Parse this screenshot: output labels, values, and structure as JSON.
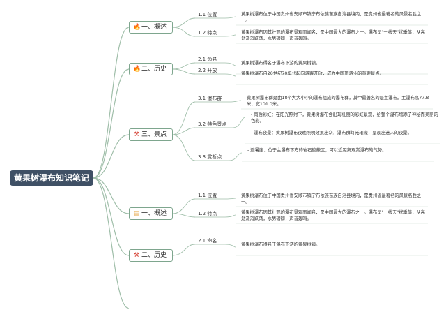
{
  "root": {
    "title": "黄果树瀑布知识笔记"
  },
  "branches": [
    {
      "label": "一、概述",
      "icon": "flame-icon-blue",
      "children": [
        {
          "label": "1.1 位置",
          "notes": [
            "黄果树瀑布位于中国贵州省安顺市镇宁布依族苗族自治县境内，是贵州省最著名的风景名胜之一。"
          ]
        },
        {
          "label": "1.2 特点",
          "notes": [
            "黄果树瀑布因其壮观的瀑布景观而闻名，是中国最大的瀑布之一。瀑布呈\"一线天\"状垂落，从高处浇泻跌荡，水势磅礴，声音轰鸣。"
          ]
        }
      ]
    },
    {
      "label": "二、历史",
      "icon": "flame-icon-red",
      "children": [
        {
          "label": "2.1 命名",
          "notes": [
            "黄果树瀑布得名于瀑布下游的黄果树镇。"
          ]
        },
        {
          "label": "2.2 开放",
          "notes": [
            "黄果树瀑布自20世纪70年代起向游客开放，成为中国旅游业的重要景点。"
          ]
        }
      ]
    },
    {
      "label": "三、景点",
      "icon": "tools-icon",
      "children": [
        {
          "label": "3.1 瀑布群",
          "notes": [
            "黄果树瀑布群是由18个大大小小的瀑布组成的瀑布群，其中最著名的是主瀑布。主瀑布高77.8米，宽101.0米。"
          ]
        },
        {
          "label": "3.2 特色景点",
          "notes": [
            "- 雨后彩虹：在阳光照射下，黄果树瀑布会出现壮丽的彩虹景观，给整个瀑布增添了神秘而美丽的色彩。",
            "- 瀑布夜景：黄果树瀑布夜晚照明效果出众，瀑布群灯光璀璨，呈现出迷人的夜景。"
          ]
        },
        {
          "label": "3.3 赏析点",
          "notes": [
            "- 避暑崖：位于主瀑布下方的岩石遮蔽区，可以近距离观赏瀑布的气势。"
          ]
        }
      ]
    },
    {
      "label": "一、概述",
      "icon": "document-icon",
      "children": [
        {
          "label": "1.1 位置",
          "notes": [
            "黄果树瀑布位于中国贵州省安顺市镇宁布依族苗族自治县境内，是贵州省最著名的风景名胜之一。"
          ]
        },
        {
          "label": "1.2 特点",
          "notes": [
            "黄果树瀑布因其壮观的瀑布景观而闻名，是中国最大的瀑布之一。瀑布呈\"一线天\"状垂落，从高处浇泻跌荡，水势磅礴，声音轰鸣。"
          ]
        }
      ]
    },
    {
      "label": "二、历史",
      "icon": "tools-icon",
      "children": [
        {
          "label": "2.1 命名",
          "notes": [
            "黄果树瀑布得名于瀑布下游的黄果树镇。"
          ]
        }
      ]
    }
  ]
}
